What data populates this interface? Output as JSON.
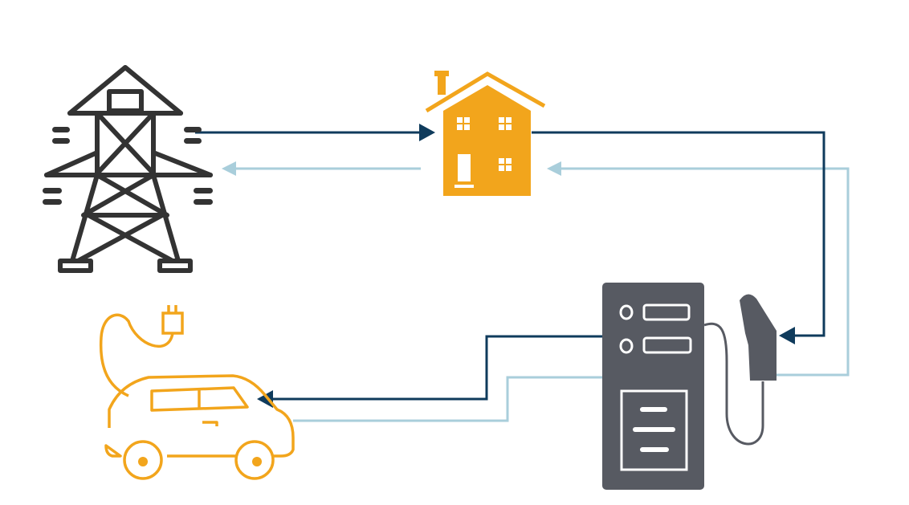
{
  "diagram": {
    "nodes": [
      {
        "id": "tower",
        "icon": "transmission-tower-icon"
      },
      {
        "id": "house",
        "icon": "house-icon"
      },
      {
        "id": "charger",
        "icon": "ev-charging-station-icon"
      },
      {
        "id": "car",
        "icon": "electric-car-icon"
      }
    ],
    "flows": [
      {
        "from": "tower",
        "to": "house",
        "kind": "primary"
      },
      {
        "from": "house",
        "to": "tower",
        "kind": "return"
      },
      {
        "from": "house",
        "to": "charger",
        "kind": "primary"
      },
      {
        "from": "charger",
        "to": "house",
        "kind": "return"
      },
      {
        "from": "charger",
        "to": "car",
        "kind": "primary"
      },
      {
        "from": "car",
        "to": "charger",
        "kind": "return"
      }
    ]
  },
  "colors": {
    "tower": "#333333",
    "house": "#F2A51C",
    "car": "#F2A51C",
    "charger": "#575A62",
    "charger_detail": "#FFFFFF",
    "primary_flow": "#0F3B5C",
    "return_flow": "#A9CEDB"
  }
}
